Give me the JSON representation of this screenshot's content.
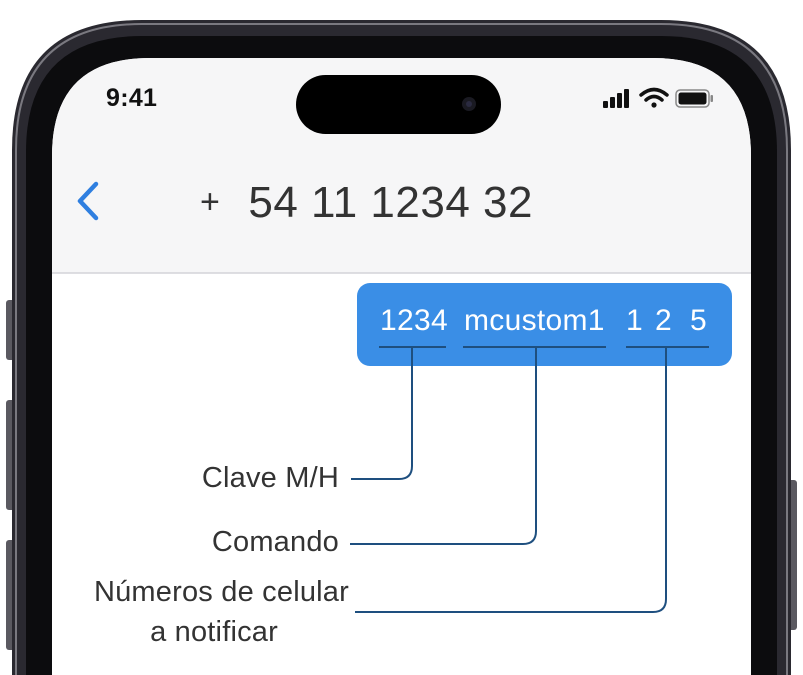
{
  "status_bar": {
    "time": "9:41",
    "icons": [
      "signal-icon",
      "wifi-icon",
      "battery-icon"
    ]
  },
  "header": {
    "back_icon": "chevron-left-icon",
    "plus": "+",
    "number": "54 11 1234 32"
  },
  "message": {
    "tokens": [
      {
        "text": "1234"
      },
      {
        "text": "mcustom1"
      },
      {
        "text": "1"
      },
      {
        "text": "2"
      },
      {
        "text": "5"
      }
    ]
  },
  "labels": {
    "clave": "Clave M/H",
    "comando": "Comando",
    "numeros_line1": "Números de celular",
    "numeros_line2": "a notificar"
  },
  "colors": {
    "bubble": "#3a8ee6",
    "callout_line": "#1e4f7f",
    "accent_blue": "#2f7fe0",
    "frame_dark": "#1c1b20"
  }
}
